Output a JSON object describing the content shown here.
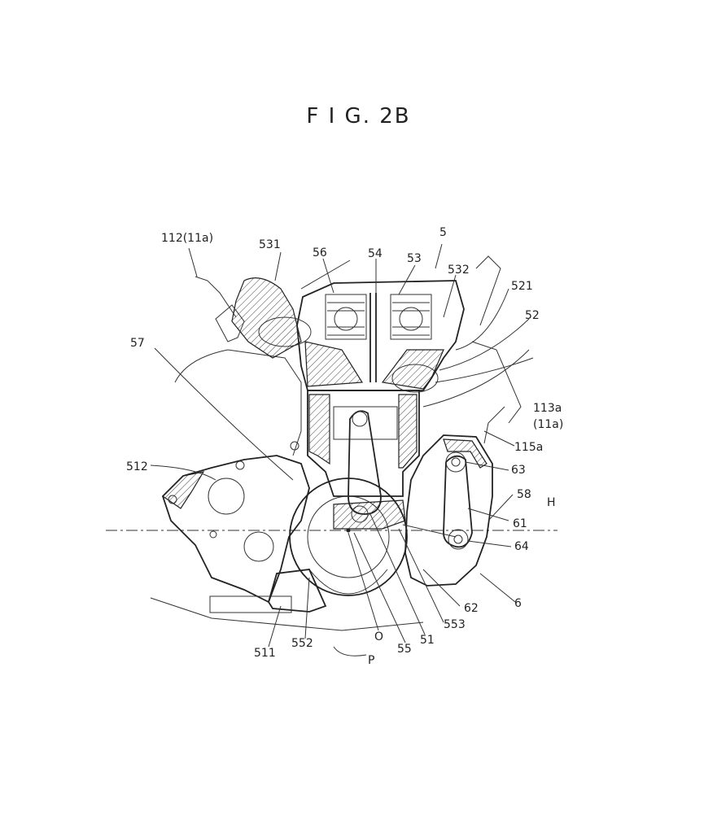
{
  "figure": {
    "title": "F I G. 2B",
    "labels": [
      "112(11a)",
      "531",
      "56",
      "54",
      "53",
      "5",
      "532",
      "521",
      "52",
      "57",
      "113a",
      "(11a)",
      "115a",
      "512",
      "63",
      "58",
      "H",
      "61",
      "64",
      "6",
      "62",
      "553",
      "51",
      "55",
      "O",
      "P",
      "552",
      "511"
    ]
  }
}
